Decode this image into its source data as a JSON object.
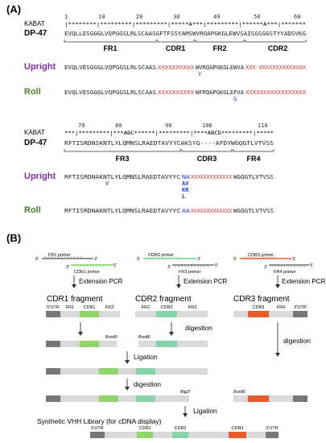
{
  "panelA": {
    "label": "(A)",
    "top": {
      "kabat_label": "KABAT",
      "numbers": [
        "1",
        "10",
        "20",
        "30",
        "40",
        "50",
        "60"
      ],
      "ruler": "|********|*********|*********|*****A***|*********|******A***|*******",
      "dp_label": "DP-47",
      "dp_seq": "EVQLLESGGGLVQPGGSLRLSCAASGFTFSSYAMSWVRQAPGKGLEWVSAISGSGGSTYYADSVKG",
      "regions": [
        "FR1",
        "CDR1",
        "FR2",
        "CDR2"
      ],
      "upright_label": "Upright",
      "upright_seq_a": "EVQLVESGGGLVQPGGSLRLSCAAS",
      "upright_seq_x1": "XXXXXXXXXX",
      "upright_seq_b": "WVRQAPGKGLEWVA",
      "upright_seq_x2": "XXX-XXXXXXXXXXXXXX",
      "upright_sub": "V",
      "roll_label": "Roll",
      "roll_seq_a": "EVQLVESGGGLVQPGGSLRLSCAAS",
      "roll_seq_x1": "XXXXXXXXXX",
      "roll_seq_b": "WFRQAPGKGLEFVA",
      "roll_seq_x2": "XXXXXXXXXXXXXXXXX",
      "roll_sub": "G"
    },
    "bottom": {
      "kabat_label": "KABAT",
      "numbers": [
        "70",
        "80",
        "90",
        "100",
        "110"
      ],
      "ruler": "***|*********|***ABC******|*********|****ABCD*********|*****",
      "dp_label": "DP-47",
      "dp_seq": "RFTISRDNSKNTLYLQMNSLRAEDTAVYYCAKSYG----AFDYWGQGTLVTVSS",
      "regions": [
        "FR3",
        "CDR3",
        "FR4"
      ],
      "upright_label": "Upright",
      "upright_seq_a": "RFTISRDNAKNTLYLQMNSLRAEDTAVYYC",
      "upright_seq_mid": "NA",
      "upright_seq_x": "XXXXXXXXXXXXX",
      "upright_seq_b": "WGQGTLVTVSS",
      "upright_sub1": "V",
      "upright_variants": [
        "AV",
        "KR",
        "L"
      ],
      "roll_label": "Roll",
      "roll_seq_a": "RFTISRDNAKNTLYLQMNSLRAEDTAVYYC",
      "roll_seq_mid": "AA",
      "roll_seq_x": "XXXXXXXXXXXXX",
      "roll_seq_b": "WGQGTLVTVSS"
    }
  },
  "panelB": {
    "label": "(B)",
    "primers": [
      {
        "label": "FR1 primer",
        "label2": "CDR1 primer"
      },
      {
        "label": "CDR2 primer",
        "label2": "FR3 primer"
      },
      {
        "label": "CDR3 primer",
        "label2": "FR4 primer"
      }
    ],
    "prime5": "5'",
    "prime3": "3'",
    "extension": "Extension PCR",
    "fragments": [
      "CDR1 fragment",
      "CDR2 fragment",
      "CDR3 fragment"
    ],
    "frag1_segments": [
      "5'UTR",
      "FR1",
      "CDR1",
      "FR2"
    ],
    "frag2_segments": [
      "FR2",
      "CDR2",
      "FR3"
    ],
    "frag3_segments": [
      "CDR3",
      "FR4",
      "3'UTR"
    ],
    "digestion": "digestion",
    "ligation": "Ligation",
    "bsmbi": "BsmBI",
    "bglzi": "BtgZI",
    "library_title": "Synthetic VHH Library (for cDNA display)",
    "library_segments": [
      "5'UTR",
      "CDR1",
      "CDR2",
      "CDR3",
      "3'UTR"
    ],
    "colors": {
      "cdr1": "#8fd66a",
      "cdr2": "#86d4a8",
      "cdr3": "#e65a2e",
      "grey": "#d9d9d9",
      "dark": "#777777",
      "red": "#d43c3c",
      "purple": "#7b2f9c",
      "green": "#4f7d2d",
      "blue": "#2a3fd6"
    }
  }
}
